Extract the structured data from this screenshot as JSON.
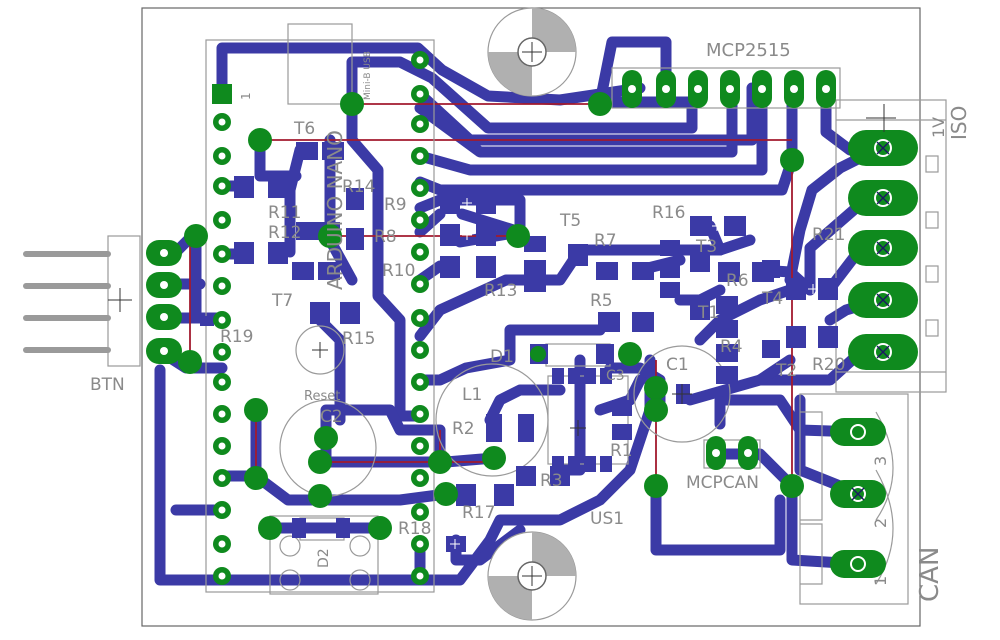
{
  "colors": {
    "background": "#ffffff",
    "trace": "#3b3aa6",
    "pad_fill": "#0f8a1e",
    "pad_hole": "#ffffff",
    "outline": "#9a9a9a",
    "board_edge": "#666666",
    "airwire": "#a21a2e",
    "text": "#8a8a8a"
  },
  "labels": {
    "mcp2515": "MCP2515",
    "iso": "ISO",
    "one_v": "1V",
    "t6": "T6",
    "mini_b_usb": "Mini-B USB",
    "arduino_nano": "ARDUINO NANO",
    "r14": "R14",
    "r9": "R9",
    "r11": "R11",
    "r12": "R12",
    "r8": "R8",
    "r10": "R10",
    "t5": "T5",
    "r16": "R16",
    "r7": "R7",
    "t3": "T3",
    "r21": "R21",
    "r6": "R6",
    "t4": "T4",
    "r13": "R13",
    "r5": "R5",
    "t1": "T1",
    "t7": "T7",
    "r15": "R15",
    "r4": "R4",
    "t2": "T2",
    "r20": "R20",
    "btn": "BTN",
    "r19": "R19",
    "d1": "D1",
    "c3": "C3",
    "c1": "C1",
    "l1": "L1",
    "reset": "Reset",
    "c2": "C2",
    "r2": "R2",
    "r1": "R1",
    "r3": "R3",
    "mcpcan": "MCPCAN",
    "r17": "R17",
    "us1": "US1",
    "r18": "R18",
    "d2": "D2",
    "can": "CAN",
    "pin1_nano": "1",
    "pin1_can": "1",
    "pin2_can": "2",
    "pin3_can": "3"
  }
}
